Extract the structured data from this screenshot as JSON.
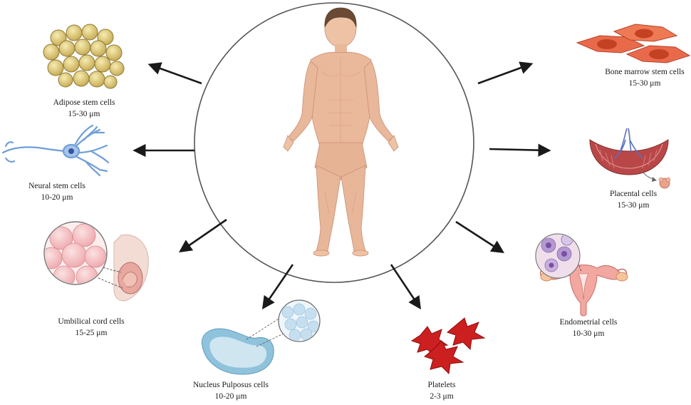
{
  "cells": [
    {
      "id": "adipose",
      "name": "Adipose stem cells",
      "size": "15-30 μm"
    },
    {
      "id": "neural",
      "name": "Neural stem cells",
      "size": "10-20 μm"
    },
    {
      "id": "umbilical",
      "name": "Umbilical cord cells",
      "size": "15-25 μm"
    },
    {
      "id": "nucleus",
      "name": "Nucleus Pulposus cells",
      "size": "10-20 μm"
    },
    {
      "id": "platelets",
      "name": "Platelets",
      "size": "2-3 μm"
    },
    {
      "id": "endometrial",
      "name": "Endometrial cells",
      "size": "10-30 μm"
    },
    {
      "id": "placental",
      "name": "Placental cells",
      "size": "15-30 μm"
    },
    {
      "id": "bone-marrow",
      "name": "Bone marrow stem cells",
      "size": "15-30 μm"
    }
  ],
  "colors": {
    "circle": "#555555",
    "arrow": "#1a1a1a",
    "skin": "#e8b89a",
    "adipose": "#e8d68a",
    "neural": "#6f9ed8",
    "umbilical": "#f2b6b8",
    "nucleus": "#8fc3dc",
    "platelet": "#cc1f1f",
    "endometrial": "#e98a84",
    "placental": "#b94747",
    "bone_marrow": "#e96a4b"
  }
}
